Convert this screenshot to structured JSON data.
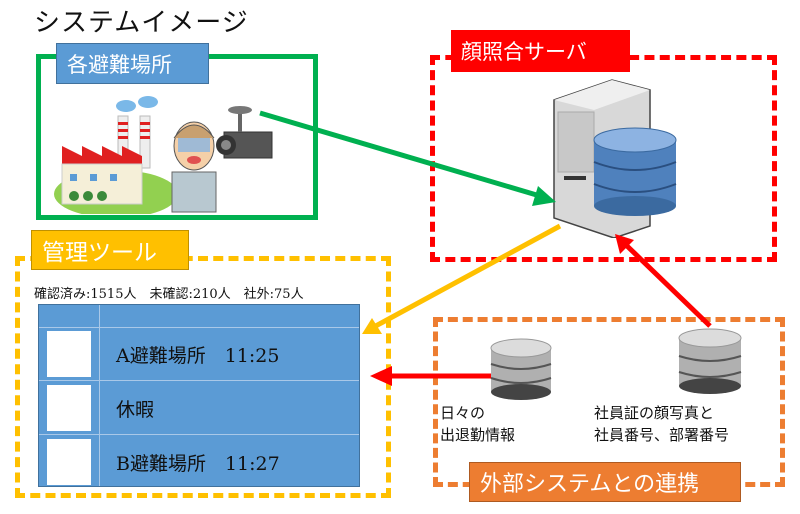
{
  "title": "システムイメージ",
  "sections": {
    "shelter": {
      "label": "各避難場所"
    },
    "server": {
      "label": "顔照合サーバ"
    },
    "tool": {
      "label": "管理ツール",
      "stats": "確認済み:1515人　未確認:210人　社外:75人",
      "rows": [
        {
          "avatar": "female-worker-avatar",
          "text": "A避難場所　11:25"
        },
        {
          "avatar": "female-worker-cap-avatar",
          "text": "休暇"
        },
        {
          "avatar": "male-worker-avatar",
          "text": "B避難場所　11:27"
        }
      ]
    },
    "external": {
      "label": "外部システムとの連携",
      "db1_text": [
        "日々の",
        "出退勤情報"
      ],
      "db2_text": [
        "社員証の顔写真と",
        "社員番号、部署番号"
      ]
    }
  },
  "colors": {
    "shelter": "#00b050",
    "server": "#ff0000",
    "tool": "#ffc000",
    "external": "#ed7d31",
    "shelter_label": "#5b9bd5",
    "table": "#5b9bd5"
  }
}
